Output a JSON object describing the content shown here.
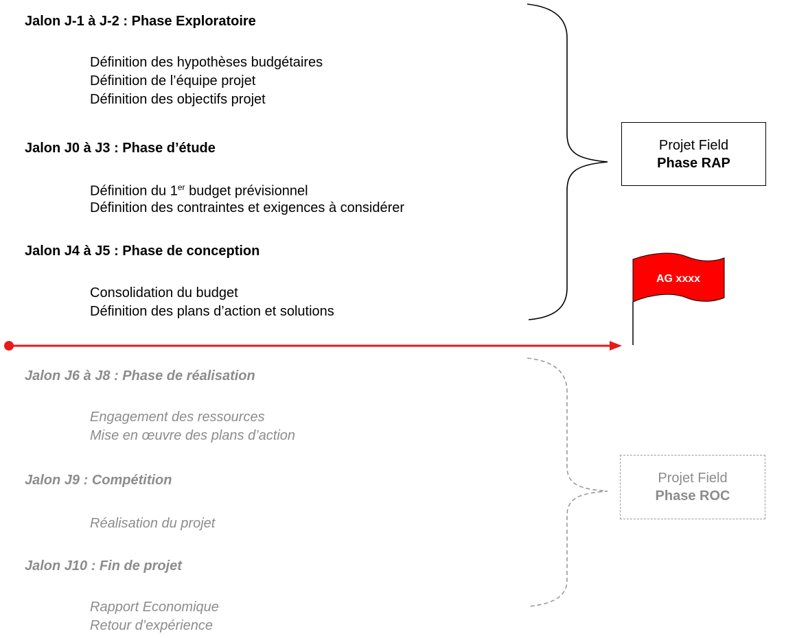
{
  "rap_section": {
    "phase1": {
      "heading": "Jalon J-1 à  J-2 : Phase Exploratoire",
      "items": [
        "Définition des hypothèses budgétaires",
        "Définition de l’équipe projet",
        "Définition des objectifs projet"
      ]
    },
    "phase2": {
      "heading": "Jalon J0 à J3 :  Phase d’étude",
      "item1_prefix": "Définition du 1",
      "item1_sup": "er",
      "item1_suffix": " budget prévisionnel",
      "item2": "Définition des contraintes et exigences à considérer"
    },
    "phase3": {
      "heading": "Jalon J4 à J5 : Phase de conception",
      "items": [
        "Consolidation du budget",
        "Définition des plans d’action et solutions"
      ]
    }
  },
  "roc_section": {
    "phase4": {
      "heading": "Jalon J6 à J8 : Phase de réalisation",
      "items": [
        "Engagement des ressources",
        "Mise en œuvre des plans d’action"
      ]
    },
    "phase5": {
      "heading": "Jalon J9 : Compétition",
      "items": [
        "Réalisation du projet"
      ]
    },
    "phase6": {
      "heading": "Jalon J10 : Fin de projet",
      "items": [
        "Rapport Economique",
        "Retour d’expérience"
      ]
    }
  },
  "box_rap": {
    "line1": "Projet Field",
    "line2": "Phase RAP"
  },
  "box_roc": {
    "line1": "Projet Field",
    "line2": "Phase ROC"
  },
  "flag": {
    "label": "AG xxxx",
    "color": "#ff0000"
  },
  "timeline": {
    "color": "#e8191b"
  }
}
